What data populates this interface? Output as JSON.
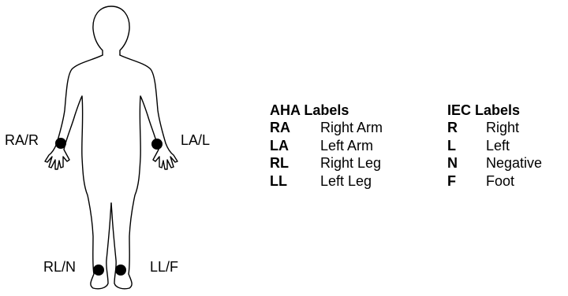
{
  "electrodes": {
    "right_arm": {
      "label": "RA/R"
    },
    "left_arm": {
      "label": "LA/L"
    },
    "right_leg": {
      "label": "RL/N"
    },
    "left_leg": {
      "label": "LL/F"
    }
  },
  "aha_legend": {
    "title": "AHA Labels",
    "rows": [
      {
        "code": "RA",
        "meaning": "Right Arm"
      },
      {
        "code": "LA",
        "meaning": "Left Arm"
      },
      {
        "code": "RL",
        "meaning": "Right Leg"
      },
      {
        "code": "LL",
        "meaning": "Left Leg"
      }
    ]
  },
  "iec_legend": {
    "title": "IEC Labels",
    "rows": [
      {
        "code": "R",
        "meaning": "Right"
      },
      {
        "code": "L",
        "meaning": "Left"
      },
      {
        "code": "N",
        "meaning": "Negative"
      },
      {
        "code": "F",
        "meaning": "Foot"
      }
    ]
  },
  "colors": {
    "outline": "#000000",
    "electrode_dot": "#000000",
    "background": "#ffffff"
  }
}
